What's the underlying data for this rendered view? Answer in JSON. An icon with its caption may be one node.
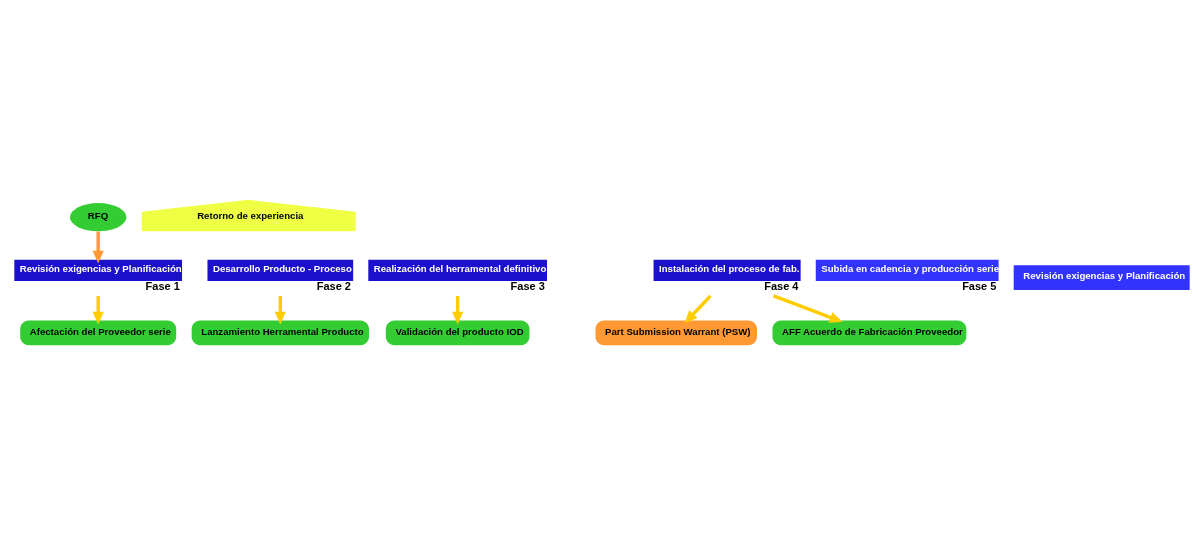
{
  "diagram": {
    "nodes": [
      {
        "text": [
          "RFQ"
        ]
      },
      {
        "text": [
          "Revisión exigencias y Planificación"
        ],
        "beside": [
          "Fase 1"
        ]
      },
      {
        "text": [
          "Afectación del Proveedor serie"
        ]
      },
      {
        "text": [
          "Desarrollo Producto - Proceso"
        ],
        "beside": [
          "Fase 2"
        ]
      },
      {
        "text": [
          "Lanzamiento Herramental Producto"
        ]
      },
      {
        "text": [
          "Realización del herramental definitivo"
        ],
        "beside": [
          "Fase 3"
        ]
      },
      {
        "text": [
          "Validación del producto IOD"
        ]
      },
      {
        "text": [
          "Instalación del proceso de fab."
        ],
        "beside": [
          "Fase 4"
        ]
      },
      {
        "text": [
          "Part Submission Warrant (PSW)"
        ]
      },
      {
        "text": [
          "AFF Acuerdo de Fabricación Proveedor"
        ]
      },
      {
        "text": [
          "Subida en cadencia y producción serie"
        ],
        "beside": [
          "Fase 5"
        ]
      },
      {
        "text": [
          "Retorno de experiencia"
        ]
      },
      {
        "text": [
          "Revisión exigencias y Planificación"
        ]
      }
    ],
    "edges": [
      {
        "from": 0,
        "to": 1,
        "arrow": "to",
        "color": "#ff9933"
      },
      {
        "from": 1,
        "to": 2,
        "arrow": "to"
      },
      {
        "from": 3,
        "to": 4,
        "arrow": "to"
      },
      {
        "from": 5,
        "to": 6,
        "arrow": "to"
      },
      {
        "from": 7,
        "to": 8,
        "arrow": "to"
      },
      {
        "from": 7,
        "to": 9,
        "arrow": "to"
      }
    ]
  }
}
